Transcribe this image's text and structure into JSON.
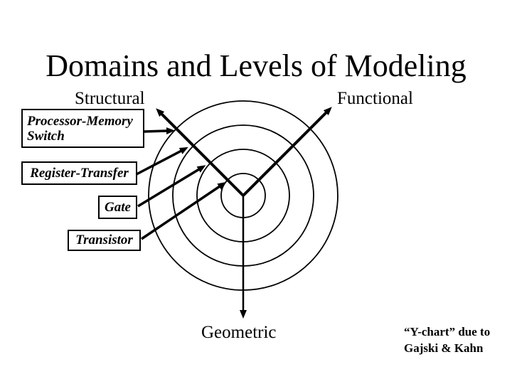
{
  "slide": {
    "title": "Domains and Levels of Modeling"
  },
  "colors": {
    "background": "#ffffff",
    "ink": "#000000"
  },
  "diagram": {
    "type": "y-chart",
    "rings": 4,
    "domains": {
      "structural": "Structural",
      "functional": "Functional",
      "geometric": "Geometric"
    },
    "levels": [
      {
        "line1": "Processor-Memory",
        "line2": "Switch",
        "ring": 4
      },
      {
        "label": "Register-Transfer",
        "ring": 3
      },
      {
        "label": "Gate",
        "ring": 2
      },
      {
        "label": "Transistor",
        "ring": 1
      }
    ]
  },
  "credit": {
    "line1": "“Y-chart” due to",
    "line2": "Gajski & Kahn"
  }
}
